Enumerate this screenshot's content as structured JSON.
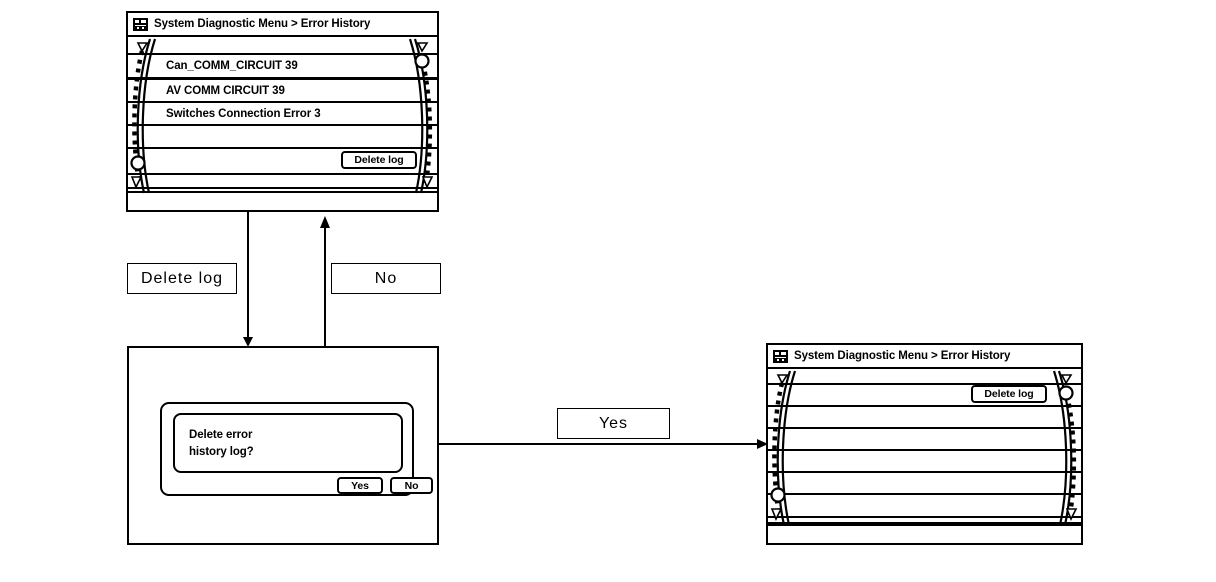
{
  "panels": {
    "error_history_full": {
      "title": "System Diagnostic Menu > Error History",
      "icon": "display-module-icon",
      "rows": [
        {
          "label": "Can_COMM_CIRCUIT 39"
        },
        {
          "label": "AV COMM CIRCUIT 39"
        },
        {
          "label": "Switches Connection Error 3"
        },
        {
          "label": ""
        },
        {
          "label": ""
        }
      ],
      "delete_button": "Delete log"
    },
    "error_history_empty": {
      "title": "System Diagnostic Menu > Error History",
      "icon": "display-module-icon",
      "rows": [
        {
          "label": ""
        },
        {
          "label": ""
        },
        {
          "label": ""
        },
        {
          "label": ""
        },
        {
          "label": ""
        },
        {
          "label": ""
        }
      ],
      "delete_button": "Delete log"
    }
  },
  "dialog": {
    "message_line1": "Delete error",
    "message_line2": "history log?",
    "yes_button": "Yes",
    "no_button": "No"
  },
  "transitions": {
    "delete_log": "Delete log",
    "no": "No",
    "yes": "Yes"
  },
  "colors": {
    "stroke": "#000000",
    "background": "#ffffff"
  }
}
